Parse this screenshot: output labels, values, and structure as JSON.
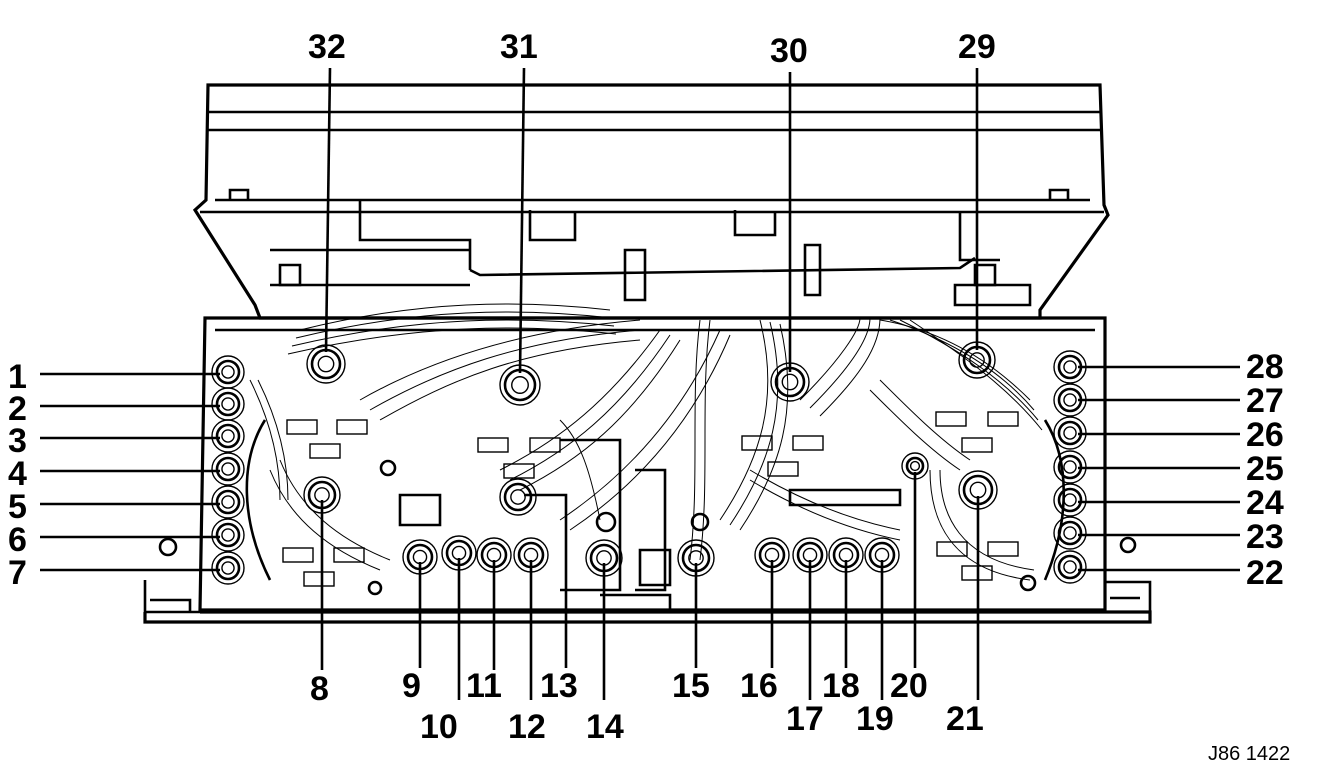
{
  "diagram": {
    "reference": "J86  1422",
    "callouts": [
      {
        "id": "1",
        "label": "1"
      },
      {
        "id": "2",
        "label": "2"
      },
      {
        "id": "3",
        "label": "3"
      },
      {
        "id": "4",
        "label": "4"
      },
      {
        "id": "5",
        "label": "5"
      },
      {
        "id": "6",
        "label": "6"
      },
      {
        "id": "7",
        "label": "7"
      },
      {
        "id": "8",
        "label": "8"
      },
      {
        "id": "9",
        "label": "9"
      },
      {
        "id": "10",
        "label": "10"
      },
      {
        "id": "11",
        "label": "11"
      },
      {
        "id": "12",
        "label": "12"
      },
      {
        "id": "13",
        "label": "13"
      },
      {
        "id": "14",
        "label": "14"
      },
      {
        "id": "15",
        "label": "15"
      },
      {
        "id": "16",
        "label": "16"
      },
      {
        "id": "17",
        "label": "17"
      },
      {
        "id": "18",
        "label": "18"
      },
      {
        "id": "19",
        "label": "19"
      },
      {
        "id": "20",
        "label": "20"
      },
      {
        "id": "21",
        "label": "21"
      },
      {
        "id": "22",
        "label": "22"
      },
      {
        "id": "23",
        "label": "23"
      },
      {
        "id": "24",
        "label": "24"
      },
      {
        "id": "25",
        "label": "25"
      },
      {
        "id": "26",
        "label": "26"
      },
      {
        "id": "27",
        "label": "27"
      },
      {
        "id": "28",
        "label": "28"
      },
      {
        "id": "29",
        "label": "29"
      },
      {
        "id": "30",
        "label": "30"
      },
      {
        "id": "31",
        "label": "31"
      },
      {
        "id": "32",
        "label": "32"
      }
    ]
  }
}
